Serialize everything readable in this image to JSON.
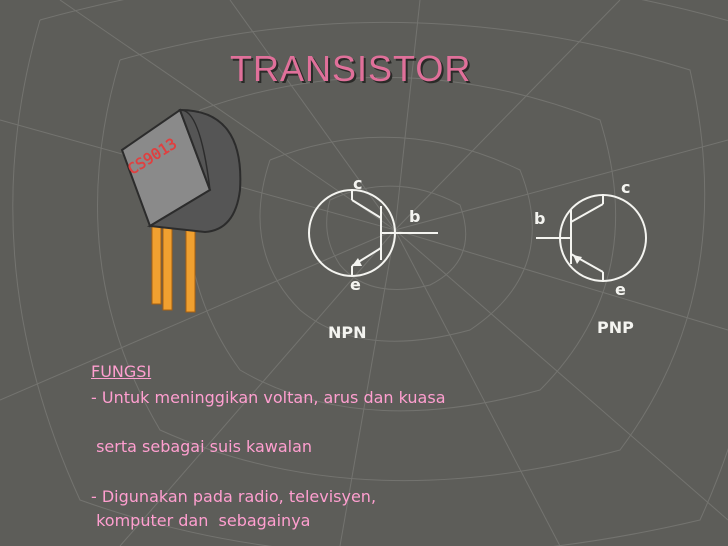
{
  "slide": {
    "title": "TRANSISTOR",
    "labels": {
      "npn_c": "c",
      "npn_b": "b",
      "npn_e": "e",
      "npn_name": "NPN",
      "pnp_c": "c",
      "pnp_b": "b",
      "pnp_e": "e",
      "pnp_name": "PNP",
      "package_marking": "CS9013"
    },
    "fungsi_heading": "FUNGSI",
    "lines": [
      "- Untuk meninggikan voltan, arus dan kuasa",
      " serta sebagai suis kawalan",
      "- Digunakan pada radio, televisyen,",
      " komputer dan  sebagainya"
    ]
  },
  "colors": {
    "background": "#5d5d59",
    "title": "#e0709a",
    "text_pink": "#ff9fd0",
    "symbol": "#f4f4f0"
  }
}
